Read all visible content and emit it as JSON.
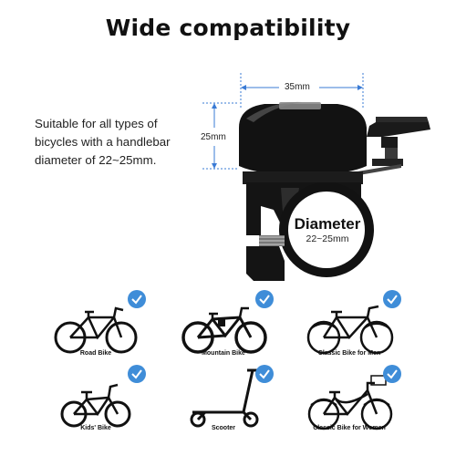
{
  "title": "Wide compatibility",
  "description": {
    "lines": [
      "Suitable for all types of",
      "bicycles with a handlebar",
      "diameter of 22~25mm."
    ]
  },
  "dimensions": {
    "width_label": "35mm",
    "height_label": "25mm"
  },
  "clamp": {
    "label": "Diameter",
    "value": "22~25mm"
  },
  "bikes": [
    {
      "label": "Road Bike",
      "icon": "road-bike-icon"
    },
    {
      "label": "Mountain Bike",
      "icon": "mountain-bike-icon"
    },
    {
      "label": "Classic Bike for Men",
      "icon": "classic-men-bike-icon"
    },
    {
      "label": "Kids' Bike",
      "icon": "kids-bike-icon"
    },
    {
      "label": "Scooter",
      "icon": "scooter-icon"
    },
    {
      "label": "Classic Bike for Women",
      "icon": "classic-women-bike-icon"
    }
  ],
  "colors": {
    "accent": "#3f8dd8",
    "dimension_line": "#3a7bd5",
    "product": "#111111"
  }
}
